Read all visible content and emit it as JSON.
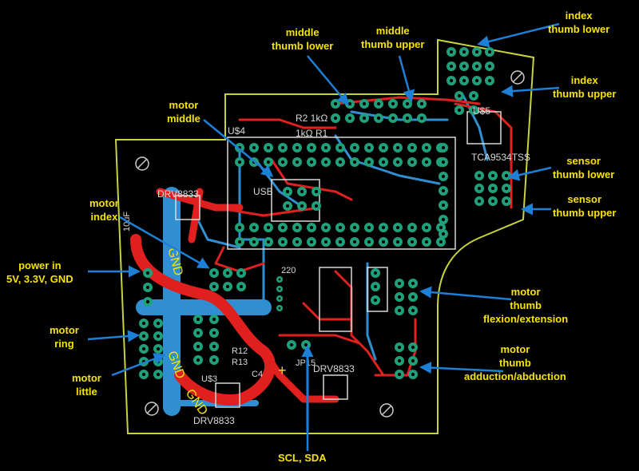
{
  "board": {
    "silk_labels": {
      "u4": "U$4",
      "u5": "U$5",
      "r2": "R2 1kΩ",
      "r1": "1kΩ R1",
      "usb": "USB",
      "tca": "TCA9534TSS",
      "drv1": "DRV8833",
      "drv2": "DRV8833",
      "drv3": "DRV8833",
      "gnd1": "GND",
      "gnd2": "GND",
      "gnd3": "GND",
      "cap": "10uF",
      "r220": "220",
      "jp": "JP15",
      "plus": "+",
      "r13": "R13",
      "r12": "R12",
      "c4": "C4",
      "u3": "U$3"
    },
    "colors": {
      "background": "#000000",
      "outline": "#c8d23c",
      "top_copper": "#e0201e",
      "bottom_copper": "#2f8fd0",
      "pad": "#1fa07a",
      "silkscreen": "#d8d8d8",
      "label": "#f6e300",
      "arrow": "#1e7fd6"
    }
  },
  "annotations": {
    "index_thumb_lower": [
      "index",
      "thumb lower"
    ],
    "index_thumb_upper": [
      "index",
      "thumb upper"
    ],
    "middle_thumb_lower": [
      "middle",
      "thumb lower"
    ],
    "middle_thumb_upper": [
      "middle",
      "thumb upper"
    ],
    "motor_middle": [
      "motor",
      "middle"
    ],
    "sensor_thumb_lower": [
      "sensor",
      "thumb lower"
    ],
    "sensor_thumb_upper": [
      "sensor",
      "thumb upper"
    ],
    "motor_index": [
      "motor",
      "index"
    ],
    "power_in": [
      "power in",
      "5V, 3.3V, GND"
    ],
    "motor_ring": [
      "motor",
      "ring"
    ],
    "motor_little": [
      "motor",
      "little"
    ],
    "motor_thumb_flex": [
      "motor",
      "thumb",
      "flexion/extension"
    ],
    "motor_thumb_abd": [
      "motor",
      "thumb",
      "adduction/abduction"
    ],
    "scl_sda": [
      "SCL, SDA"
    ]
  }
}
